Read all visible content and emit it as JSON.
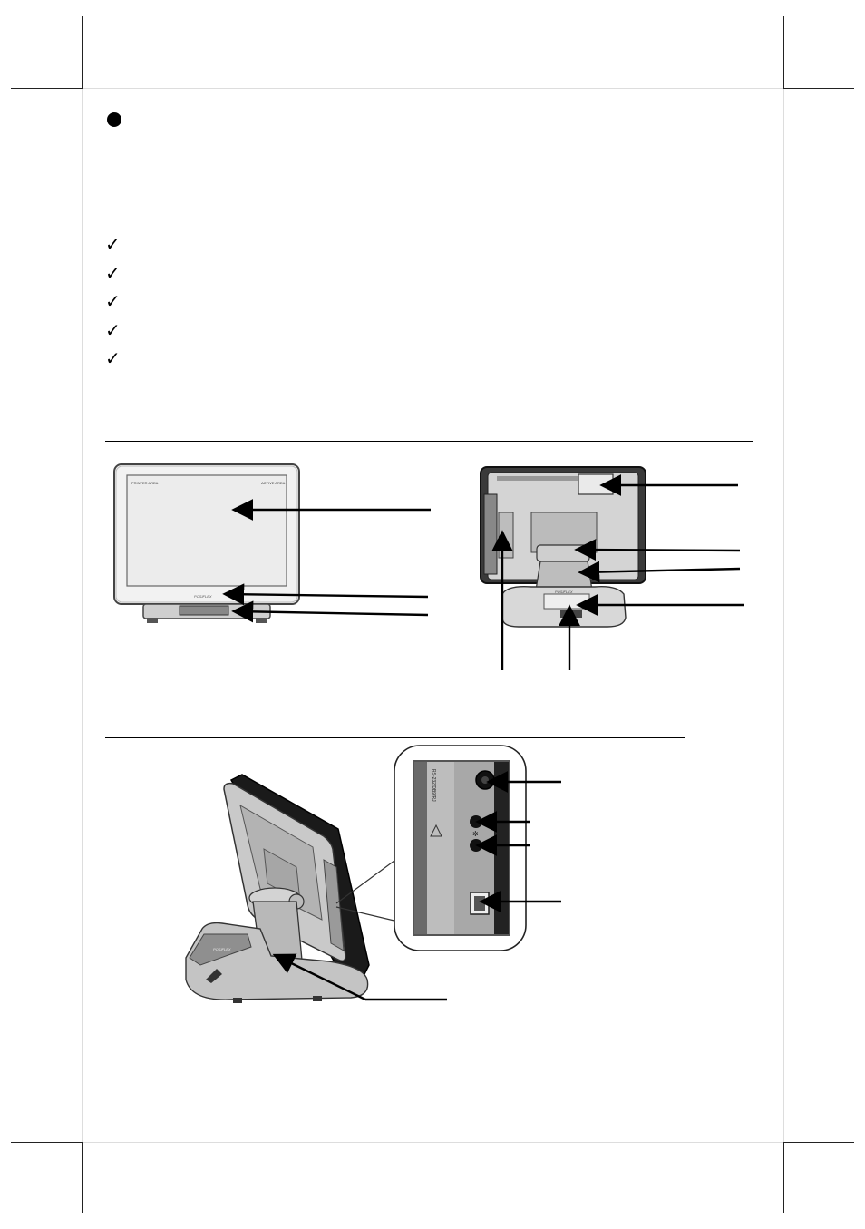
{
  "page": {
    "bullet_icon": "filled-circle-bullet",
    "checklist_icon": "check-mark-icon",
    "checklist_count": 5
  },
  "front_view": {
    "screen_top_left_text": "PRINTER AREA",
    "screen_top_right_text": "ACTIVE AREA",
    "bezel_logo_text": "POSIFLEX",
    "callout_count": 3
  },
  "rear_view": {
    "stand_logo_text": "POSIFLEX",
    "callout_count": 6
  },
  "side_view": {
    "stand_logo_text": "POSIFLEX",
    "port_label_text": "RS-232/DB9/RJ",
    "callout_count": 5
  }
}
